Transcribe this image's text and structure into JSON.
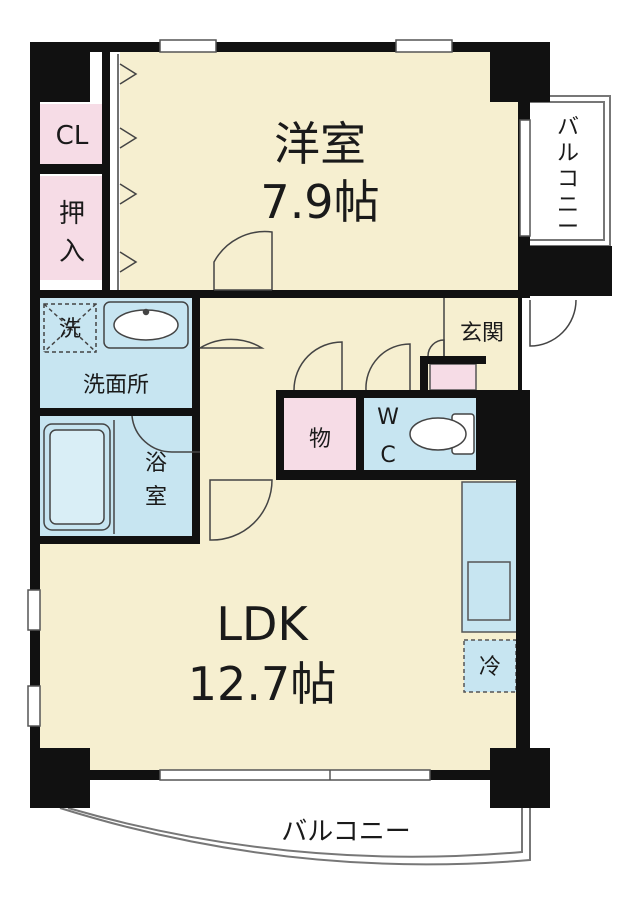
{
  "rooms": {
    "western_room": {
      "name": "洋室",
      "size": "7.9帖"
    },
    "ldk": {
      "name": "LDK",
      "size": "12.7帖"
    },
    "closet": "CL",
    "oshiire": [
      "押",
      "入"
    ],
    "washing_machine": "洗",
    "washroom": "洗面所",
    "bathroom": [
      "浴",
      "室"
    ],
    "storage": "物",
    "toilet": [
      "W",
      "C"
    ],
    "entrance": "玄関",
    "fridge": "冷"
  },
  "balconies": {
    "side": [
      "バ",
      "ル",
      "コ",
      "ニ",
      "ー"
    ],
    "main": "バルコニー"
  },
  "colors": {
    "wall": "#111111",
    "floor": "#f6efd0",
    "wet_area": "#c7e5f1",
    "storage": "#f6dce6",
    "line": "#444444"
  }
}
